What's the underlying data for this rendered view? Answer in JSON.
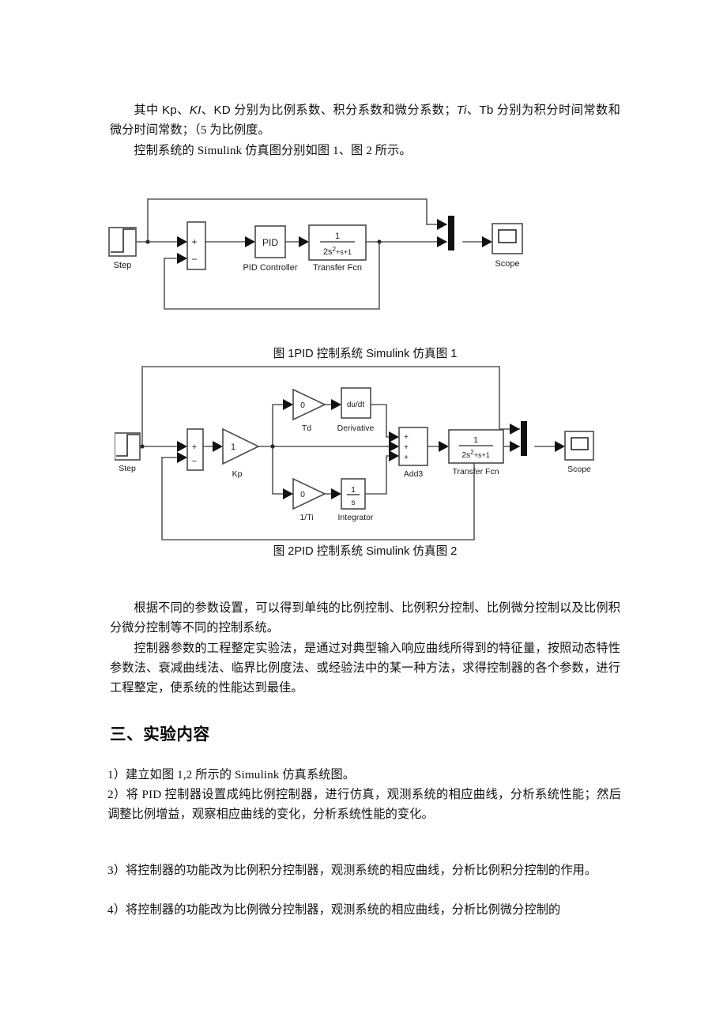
{
  "document": {
    "paragraphs": {
      "intro_prefix": "其中 ",
      "intro_kp": "Kp",
      "intro_sep1": "、",
      "intro_ki": "KI",
      "intro_sep2": "、",
      "intro_kd": "KD",
      "intro_mid": " 分别为比例系数、积分系数和微分系数；",
      "intro_ti": "Ti",
      "intro_sep3": "、",
      "intro_tb": "Tb",
      "intro_tail": " 分别为积分时间常数和微分时间常数；（5 为比例度。",
      "simulink_line": "控制系统的 Simulink 仿真图分别如图 1、图 2 所示。",
      "params_text": "根据不同的参数设置，可以得到单纯的比例控制、比例积分控制、比例微分控制以及比例积分微分控制等不同的控制系统。",
      "tuning_text": "控制器参数的工程整定实验法，是通过对典型输入响应曲线所得到的特征量，按照动态特性参数法、衰减曲线法、临界比例度法、或经验法中的某一种方法，求得控制器的各个参数，进行工程整定，使系统的性能达到最佳。"
    },
    "captions": {
      "figure1": "图 1PID 控制系统 Simulink 仿真图 1",
      "figure2": "图 2PID 控制系统 Simulink 仿真图 2"
    },
    "heading": "三、实验内容",
    "list_items": [
      "1）建立如图 1,2 所示的 Simulink 仿真系统图。",
      "2）将 PID 控制器设置成纯比例控制器，进行仿真，观测系统的相应曲线，分析系统性能；然后调整比例增益，观察相应曲线的变化，分析系统性能的变化。",
      "3）将控制器的功能改为比例积分控制器，观测系统的相应曲线，分析比例积分控制的作用。",
      "4）将控制器的功能改为比例微分控制器，观测系统的相应曲线，分析比例微分控制的"
    ]
  },
  "figure1": {
    "type": "simulink-block-diagram",
    "title": "PID 控制系统 Simulink 仿真图 1",
    "blocks": [
      {
        "id": "step",
        "label": "Step",
        "kind": "step-source"
      },
      {
        "id": "sum",
        "label": "",
        "kind": "sum",
        "signs": [
          "+",
          "−"
        ]
      },
      {
        "id": "pid",
        "label": "PID",
        "caption": "PID Controller",
        "kind": "gain-block"
      },
      {
        "id": "tf",
        "numerator": "1",
        "denominator": "2s2+s+1",
        "caption": "Transfer Fcn",
        "kind": "transfer-function"
      },
      {
        "id": "mux",
        "label": "",
        "kind": "mux"
      },
      {
        "id": "scope",
        "label": "Scope",
        "kind": "scope"
      }
    ]
  },
  "figure2": {
    "type": "simulink-block-diagram",
    "title": "PID 控制系统 Simulink 仿真图 2",
    "blocks": [
      {
        "id": "step",
        "label": "Step",
        "kind": "step-source"
      },
      {
        "id": "sum",
        "label": "",
        "kind": "sum",
        "signs": [
          "+",
          "−"
        ]
      },
      {
        "id": "kp",
        "value": "1",
        "caption": "Kp",
        "kind": "gain-triangle"
      },
      {
        "id": "td",
        "value": "0",
        "caption": "Td",
        "kind": "gain-triangle"
      },
      {
        "id": "derivative",
        "label": "du/dt",
        "caption": "Derivative",
        "kind": "derivative"
      },
      {
        "id": "invti",
        "value": "0",
        "caption": "1/Ti",
        "kind": "gain-triangle"
      },
      {
        "id": "integrator",
        "numerator": "1",
        "denominator": "s",
        "caption": "Integrator",
        "kind": "integrator"
      },
      {
        "id": "add3",
        "caption": "Add3",
        "signs": [
          "+",
          "+",
          "+"
        ],
        "kind": "sum3"
      },
      {
        "id": "tf",
        "numerator": "1",
        "denominator": "2s2+s+1",
        "caption": "Transfer Fcn",
        "kind": "transfer-function"
      },
      {
        "id": "mux",
        "label": "",
        "kind": "mux"
      },
      {
        "id": "scope",
        "label": "Scope",
        "kind": "scope"
      }
    ]
  },
  "colors": {
    "page_background": "#ffffff",
    "text": "#111111",
    "diagram_line": "#5a5a5a",
    "diagram_dark": "#1a1a1a"
  }
}
